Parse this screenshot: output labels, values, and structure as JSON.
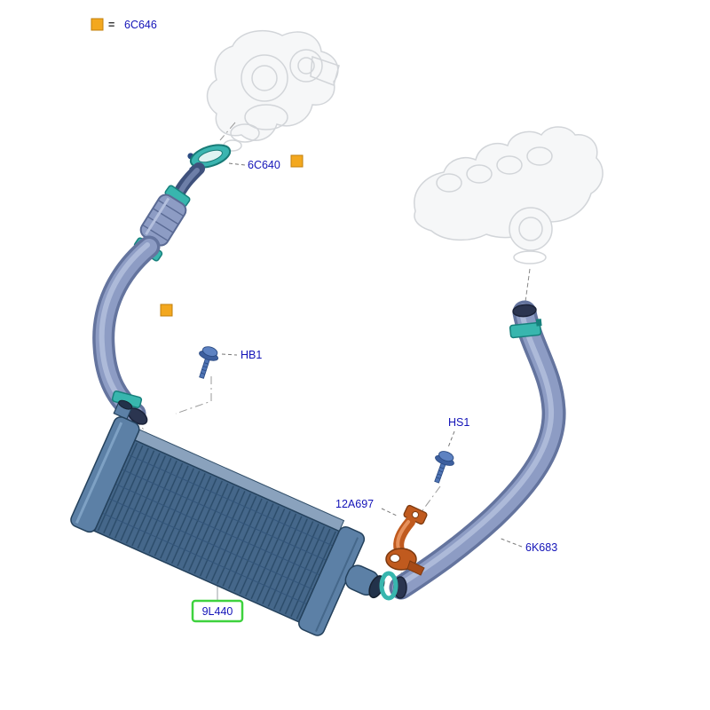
{
  "legend": {
    "equals": "=",
    "code": "6C646"
  },
  "parts": {
    "clamp": {
      "code": "6C640"
    },
    "bolt_hb1": {
      "code": "HB1"
    },
    "bolt_hs1": {
      "code": "HS1"
    },
    "sensor": {
      "code": "12A697"
    },
    "hose": {
      "code": "6K683"
    },
    "intercooler": {
      "code": "9L440"
    }
  },
  "colors": {
    "label": "#1414b8",
    "marker": "#f3a81f",
    "marker_border": "#c27f0e",
    "highlight": "#3ed23e",
    "pipe": "#8d9cc4",
    "clamp_teal": "#38b6ae",
    "sensor_orange": "#c05a1e"
  }
}
